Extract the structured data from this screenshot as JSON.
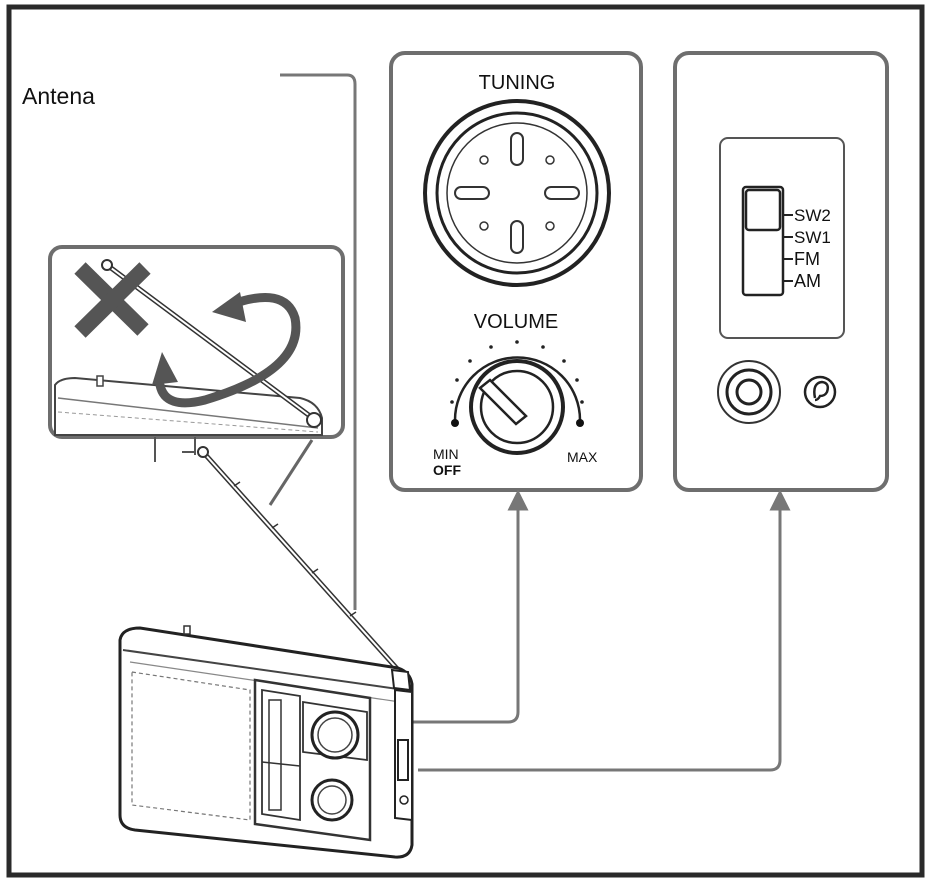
{
  "labels": {
    "antenna": "Antena",
    "tuning": "TUNING",
    "volume": "VOLUME",
    "min": "MIN",
    "off": "OFF",
    "max": "MAX"
  },
  "band_switch": {
    "options": [
      "SW2",
      "SW1",
      "FM",
      "AM"
    ],
    "selected": "SW2"
  },
  "icons": {
    "headphone": "ear-icon",
    "not_allowed": "cross-icon",
    "rotate": "rotate-arrow-icon"
  },
  "colors": {
    "frame": "#2a2a2a",
    "panel_border": "#6e6e6e",
    "callout_line": "#777777",
    "cross": "#555555",
    "ink": "#111111"
  }
}
